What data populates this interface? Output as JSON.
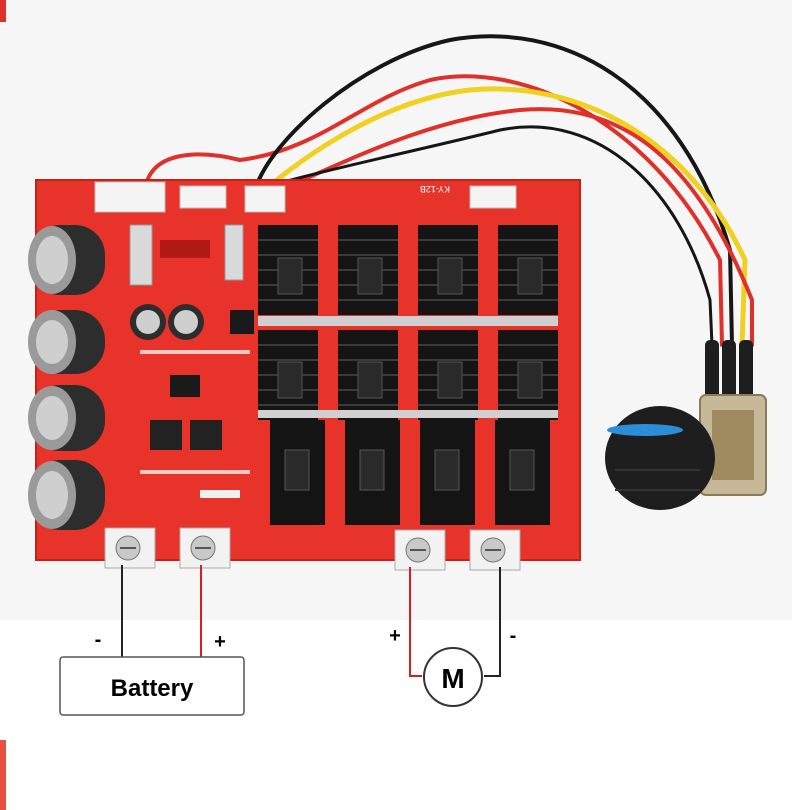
{
  "battery": {
    "label": "Battery",
    "minus": "-",
    "plus": "+"
  },
  "motor": {
    "label": "M",
    "plus": "+",
    "minus": "-"
  },
  "board": {
    "silk_label": "KY-12B"
  },
  "colors": {
    "pcb": "#e8332a",
    "pcb_dark": "#c42217",
    "heatsink": "#141414",
    "capacitor": "#2d2d2d",
    "wire_red": "#e0302a",
    "wire_black": "#161616",
    "wire_yellow": "#f0d020",
    "wire_positive": "#d42020",
    "wire_negative": "#222222",
    "knob": "#1e1e1e",
    "knob_accent": "#2a8fd8"
  },
  "icons": {
    "motor": "circle-M-icon",
    "terminal": "screw-terminal-icon"
  }
}
